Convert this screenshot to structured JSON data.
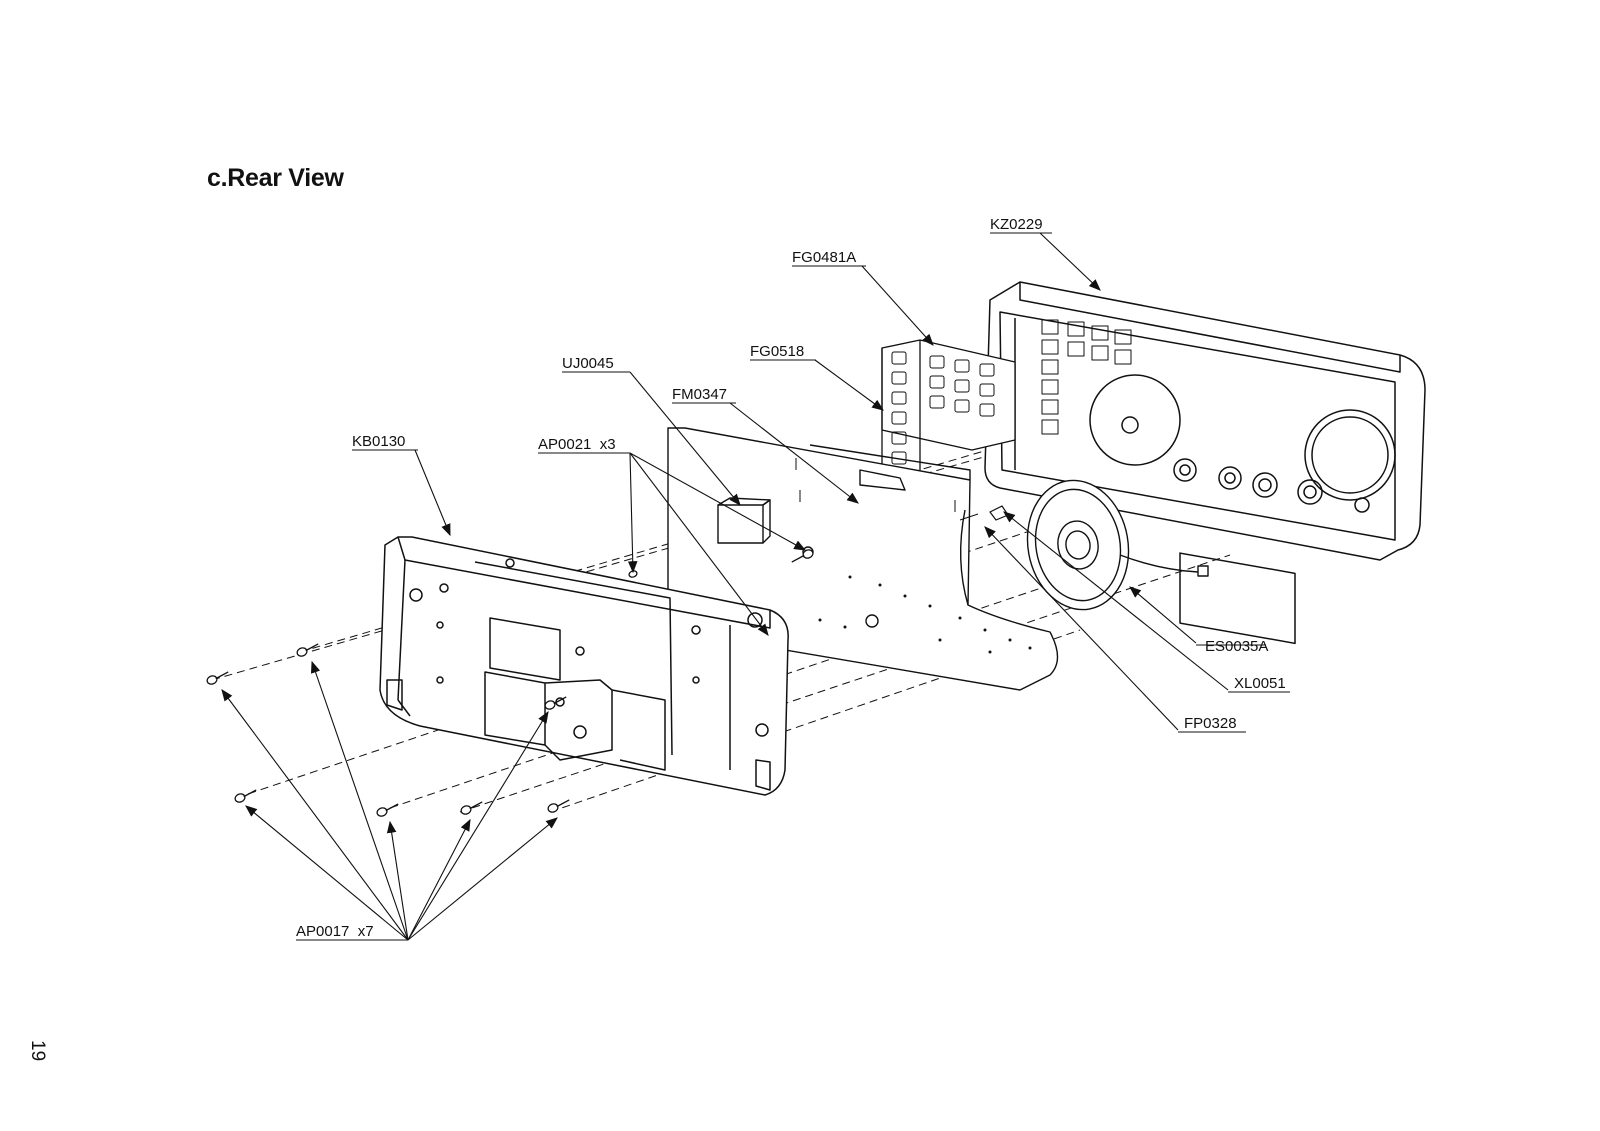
{
  "title": "c.Rear View",
  "page_number": "19",
  "callouts": {
    "kz0229": "KZ0229",
    "fg0481a": "FG0481A",
    "fg0518": "FG0518",
    "uj0045": "UJ0045",
    "fm0347": "FM0347",
    "kb0130": "KB0130",
    "ap0021": "AP0021  x3",
    "ap0017": "AP0017  x7",
    "es0035a": "ES0035A",
    "xl0051": "XL0051",
    "fp0328": "FP0328"
  }
}
